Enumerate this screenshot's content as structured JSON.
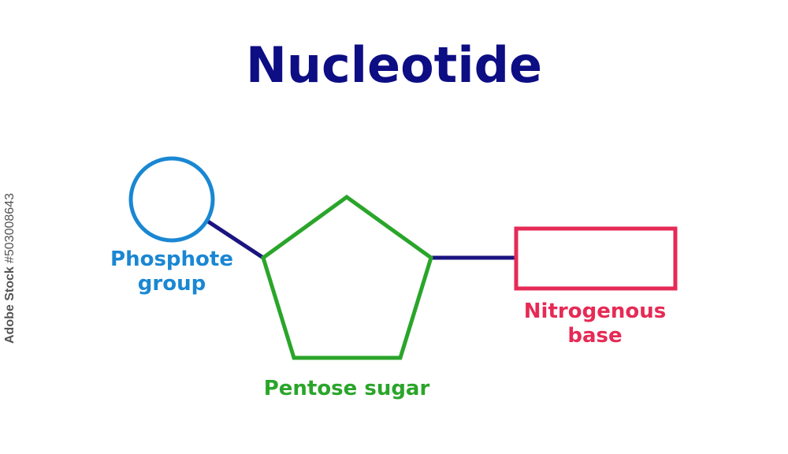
{
  "title": "Nucleotide",
  "colors": {
    "title": "#0d0d84",
    "phosphate": "#1a87d3",
    "sugar": "#2aa52a",
    "base": "#e62a55",
    "bond": "#1b1480"
  },
  "nodes": {
    "phosphate": {
      "label_line1": "Phosphote",
      "label_line2": "group",
      "shape": "circle"
    },
    "sugar": {
      "label": "Pentose sugar",
      "shape": "pentagon"
    },
    "base": {
      "label_line1": "Nitrogenous",
      "label_line2": "base",
      "shape": "rectangle"
    }
  },
  "edges": [
    {
      "from": "phosphate",
      "to": "sugar"
    },
    {
      "from": "sugar",
      "to": "base"
    }
  ],
  "watermark": {
    "brand": "Adobe Stock",
    "id": "#503008643"
  }
}
